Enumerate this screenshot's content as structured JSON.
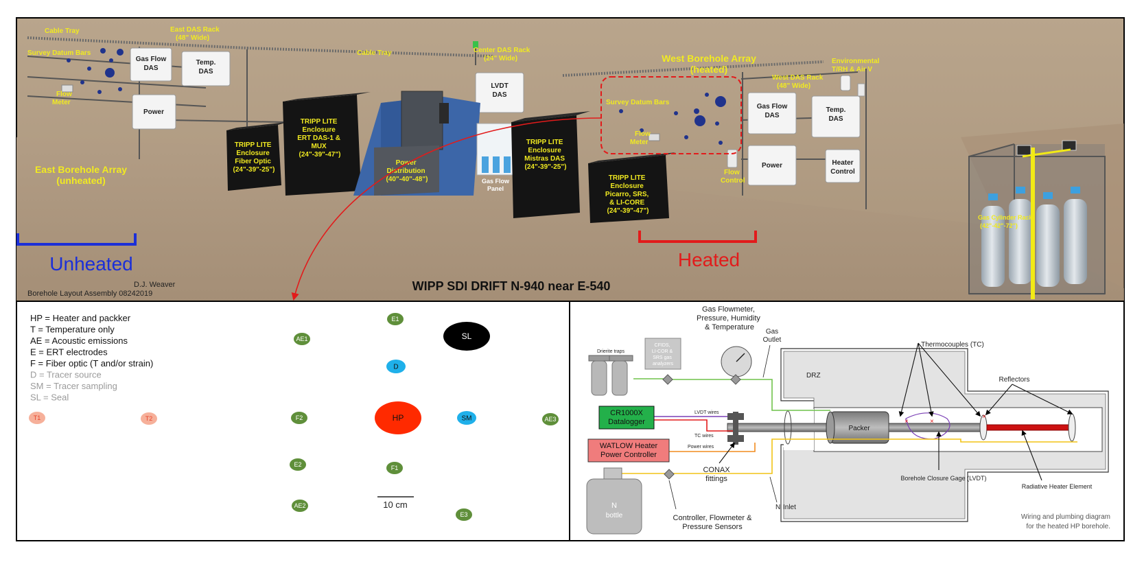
{
  "scene": {
    "title": "WIPP SDI DRIFT N-940 near E-540",
    "credit_author": "D.J. Weaver",
    "credit_file": "Borehole Layout Assembly 08242019",
    "labels": {
      "cable_tray_left": "Cable Tray",
      "cable_tray_mid": "Cable Tray",
      "survey_datum_bars_left": "Survey Datum Bars",
      "flow_meter_left_1": "Flow",
      "flow_meter_left_2": "Meter",
      "east_das_rack_1": "East DAS Rack",
      "east_das_rack_2": "(48\" Wide)",
      "center_das_rack_1": "Center DAS Rack",
      "center_das_rack_2": "(24\" Wide)",
      "west_array_1": "West Borehole Array",
      "west_array_2": "(heated)",
      "west_das_rack_1": "West DAS Rack",
      "west_das_rack_2": "(48\" Wide)",
      "environmental_1": "Environmental",
      "environmental_2": "T/RH & Air V",
      "survey_datum_bars_right": "Survey Datum Bars",
      "flow_meter_right_1": "Flow",
      "flow_meter_right_2": "Meter",
      "east_array_1": "East Borehole Array",
      "east_array_2": "(unheated)",
      "flow_control_1": "Flow",
      "flow_control_2": "Control",
      "gas_flow_panel_1": "Gas Flow",
      "gas_flow_panel_2": "Panel",
      "gas_cyl_rack_1": "Gas Cylinder Rack",
      "gas_cyl_rack_2": "(42\"-42\"-72\")",
      "unheated": "Unheated",
      "heated": "Heated"
    },
    "boxes": {
      "east_gas_flow_1": "Gas Flow",
      "east_gas_flow_2": "DAS",
      "east_temp_1": "Temp.",
      "east_temp_2": "DAS",
      "east_power": "Power",
      "lvdt_1": "LVDT",
      "lvdt_2": "DAS",
      "west_gas_flow_1": "Gas Flow",
      "west_gas_flow_2": "DAS",
      "west_temp_1": "Temp.",
      "west_temp_2": "DAS",
      "west_power": "Power",
      "heater_ctrl_1": "Heater",
      "heater_ctrl_2": "Control"
    },
    "enclosures": {
      "fiber": [
        "TRIPP LITE",
        "Enclosure",
        "Fiber Optic",
        "(24\"-39\"-25\")"
      ],
      "ert": [
        "TRIPP LITE",
        "Enclosure",
        "ERT DAS-1 &",
        "MUX",
        "(24\"-39\"-47\")"
      ],
      "power": [
        "Power",
        "Distribution",
        "(40\"-40\"-48\")"
      ],
      "mistras": [
        "TRIPP LITE",
        "Enclosure",
        "Mistras DAS",
        "(24\"-39\"-25\")"
      ],
      "picarro": [
        "TRIPP LITE",
        "Enclosure",
        "Picarro, SRS,",
        "& LI-CORE",
        "(24\"-39\"-47\")"
      ]
    }
  },
  "legend": {
    "items": [
      {
        "text": "HP = Heater and packker",
        "muted": false
      },
      {
        "text": "T = Temperature only",
        "muted": false
      },
      {
        "text": "AE = Acoustic emissions",
        "muted": false
      },
      {
        "text": "E = ERT electrodes",
        "muted": false
      },
      {
        "text": "F = Fiber optic (T and/or strain)",
        "muted": false
      },
      {
        "text": "D = Tracer source",
        "muted": true
      },
      {
        "text": "SM = Tracer sampling",
        "muted": true
      },
      {
        "text": "SL = Seal",
        "muted": true
      }
    ],
    "scale_bar": "10 cm"
  },
  "boreholes": [
    {
      "label": "E1",
      "kind": "green"
    },
    {
      "label": "AE1",
      "kind": "green"
    },
    {
      "label": "SL",
      "kind": "black"
    },
    {
      "label": "D",
      "kind": "cyan"
    },
    {
      "label": "T1",
      "kind": "pink"
    },
    {
      "label": "T2",
      "kind": "pink"
    },
    {
      "label": "F2",
      "kind": "green"
    },
    {
      "label": "HP",
      "kind": "red"
    },
    {
      "label": "SM",
      "kind": "cyan"
    },
    {
      "label": "AE3",
      "kind": "green"
    },
    {
      "label": "E2",
      "kind": "green"
    },
    {
      "label": "F1",
      "kind": "green"
    },
    {
      "label": "AE2",
      "kind": "green"
    },
    {
      "label": "E3",
      "kind": "green"
    }
  ],
  "wiring": {
    "gas_flowmeter_1": "Gas Flowmeter,",
    "gas_flowmeter_2": "Pressure, Humidity",
    "gas_flowmeter_3": "& Temperature",
    "gas_outlet_1": "Gas",
    "gas_outlet_2": "Outlet",
    "drierite": "Drierite traps",
    "analyzers": [
      "CFIDS,",
      "LI-COR &",
      "SRS gas",
      "analyzers"
    ],
    "thermocouples": "Thermocouples (TC)",
    "reflectors": "Reflectors",
    "drz": "DRZ",
    "datalogger_1": "CR1000X",
    "datalogger_2": "Datalogger",
    "lvdt_wires": "LVDT wires",
    "tc_wires": "TC wires",
    "power_wires": "Power wires",
    "watlow_1": "WATLOW Heater",
    "watlow_2": "Power Controller",
    "packer": "Packer",
    "conax_1": "CONAX",
    "conax_2": "fittings",
    "closure_gage": "Borehole Closure Gage (LVDT)",
    "radiative": "Radiative Heater Element",
    "n2_bottle": "bottle",
    "n2_inlet": "Inlet",
    "controller_1": "Controller, Flowmeter &",
    "controller_2": "Pressure Sensors",
    "caption_1": "Wiring and plumbing diagram",
    "caption_2": "for the heated HP borehole."
  }
}
